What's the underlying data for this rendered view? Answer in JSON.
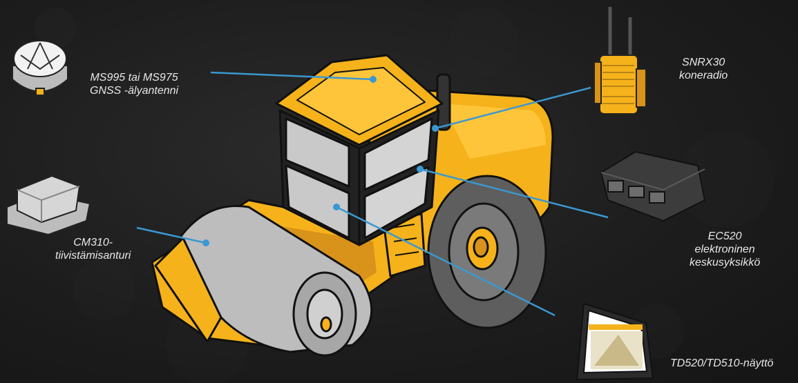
{
  "colors": {
    "background": "#1d1d1d",
    "machine_yellow": "#f5b21b",
    "machine_shade": "#d9931a",
    "glass": "#c9c9c9",
    "drum": "#bdbdbd",
    "tire": "#6b6b6b",
    "callout_line": "#3a98d0",
    "label_text": "#e8e8e8"
  },
  "components": [
    {
      "id": "gnss",
      "name": "ms995-gnss-antenna",
      "label_lines": [
        "MS995 tai MS975",
        "GNSS -älyantenni"
      ]
    },
    {
      "id": "radio",
      "name": "snrx30-radio",
      "label_lines": [
        "SNRX30",
        "koneradio"
      ]
    },
    {
      "id": "ecu",
      "name": "ec520-ecu",
      "label_lines": [
        "EC520",
        "elektroninen",
        "keskusyksikkö"
      ]
    },
    {
      "id": "sensor",
      "name": "cm310-sensor",
      "label_lines": [
        "CM310-",
        "tiivistämisanturi"
      ]
    },
    {
      "id": "display",
      "name": "td520-display",
      "label_lines": [
        "TD520/TD510-näyttö"
      ]
    }
  ],
  "machine": {
    "type": "single-drum-roller"
  }
}
